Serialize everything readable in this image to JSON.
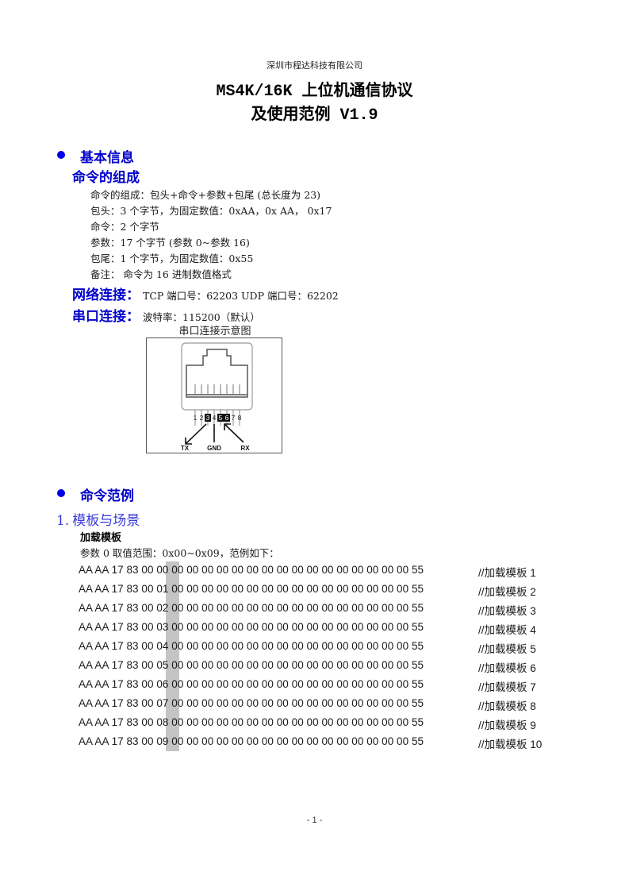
{
  "header": {
    "company": "深圳市程达科技有限公司",
    "title_line1": "MS4K/16K 上位机通信协议",
    "title_line2": "及使用范例 V1.9"
  },
  "section_basic": {
    "heading": "基本信息",
    "composition": {
      "heading": "命令的组成",
      "lines": [
        "命令的组成：包头+命令+参数+包尾  (总长度为 23)",
        "包头：3 个字节，为固定数值：0xAA，0x AA， 0x17",
        "命令：2 个字节",
        "参数：17 个字节 (参数 0~参数 16)",
        "包尾：1 个字节，为固定数值：0x55",
        "备注：  命令为 16 进制数值格式"
      ]
    },
    "network": {
      "label": "网络连接：",
      "value": "TCP 端口号：62203   UDP 端口号：62202"
    },
    "serial": {
      "label": "串口连接：",
      "value": "波特率：115200（默认）"
    },
    "diagram": {
      "caption": "串口连接示意图",
      "pins": [
        "1",
        "2",
        "3",
        "4",
        "5",
        "6",
        "7",
        "8"
      ],
      "highlighted_pins": [
        "3",
        "5",
        "6"
      ],
      "labels": {
        "tx": "TX",
        "gnd": "GND",
        "rx": "RX"
      }
    }
  },
  "section_examples": {
    "heading": "命令范例",
    "subsection": {
      "number": "1.",
      "title": "模板与场景",
      "sub_heading": "加载模板",
      "description": "参数 0 取值范围：0x00~0x09，范例如下：",
      "rows": [
        {
          "prefix": "AA AA 17 83 00",
          "param0": "00",
          "rest": "00 00 00 00 00 00 00 00 00 00 00 00 00 00 00 00 55",
          "comment": "//加载模板 1"
        },
        {
          "prefix": "AA AA 17 83 00",
          "param0": "01",
          "rest": "00 00 00 00 00 00 00 00 00 00 00 00 00 00 00 00 55",
          "comment": "//加载模板 2"
        },
        {
          "prefix": "AA AA 17 83 00",
          "param0": "02",
          "rest": "00 00 00 00 00 00 00 00 00 00 00 00 00 00 00 00 55",
          "comment": "//加载模板 3"
        },
        {
          "prefix": "AA AA 17 83 00",
          "param0": "03",
          "rest": "00 00 00 00 00 00 00 00 00 00 00 00 00 00 00 00 55",
          "comment": "//加载模板 4"
        },
        {
          "prefix": "AA AA 17 83 00",
          "param0": "04",
          "rest": "00 00 00 00 00 00 00 00 00 00 00 00 00 00 00 00 55",
          "comment": "//加载模板 5"
        },
        {
          "prefix": "AA AA 17 83 00",
          "param0": "05",
          "rest": "00 00 00 00 00 00 00 00 00 00 00 00 00 00 00 00 55",
          "comment": "//加载模板 6"
        },
        {
          "prefix": "AA AA 17 83 00",
          "param0": "06",
          "rest": "00 00 00 00 00 00 00 00 00 00 00 00 00 00 00 00 55",
          "comment": "//加载模板 7"
        },
        {
          "prefix": "AA AA 17 83 00",
          "param0": "07",
          "rest": "00 00 00 00 00 00 00 00 00 00 00 00 00 00 00 00 55",
          "comment": "//加载模板 8"
        },
        {
          "prefix": "AA AA 17 83 00",
          "param0": "08",
          "rest": "00 00 00 00 00 00 00 00 00 00 00 00 00 00 00 00 55",
          "comment": "//加载模板 9"
        },
        {
          "prefix": "AA AA 17 83 00",
          "param0": "09",
          "rest": "00 00 00 00 00 00 00 00 00 00 00 00 00 00 00 00 55",
          "comment": "//加载模板 10"
        }
      ]
    }
  },
  "footer": {
    "page_number": "- 1 -"
  },
  "colors": {
    "heading_blue": "#0000cc",
    "bullet_blue": "#0000e6",
    "subheading_blue": "#3b3bd8",
    "highlight_gray": "#c4c4c4"
  }
}
